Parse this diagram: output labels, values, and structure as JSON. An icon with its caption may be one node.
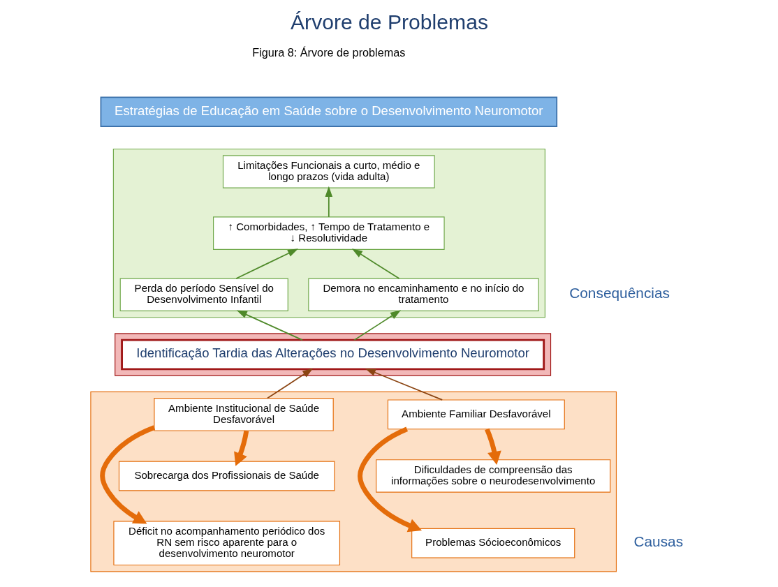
{
  "diagram": {
    "title": "Árvore de Problemas",
    "caption": "Figura 8: Árvore de problemas",
    "nodes": [
      {
        "text": [
          "Estratégias de Educação em Saúde sobre o Desenvolvimento Neuromotor"
        ]
      },
      {
        "text": [],
        "shape": "band"
      },
      {
        "text": [
          "Limitações Funcionais a curto, médio e longo prazos (vida adulta)"
        ],
        "in": 1
      },
      {
        "text": [
          "↑ Comorbidades, ↑ Tempo de Tratamento e ↓ Resolutividade"
        ],
        "in": 1
      },
      {
        "text": [
          "Demora no encaminhamento e no início do tratamento"
        ],
        "in": 1
      },
      {
        "text": [
          "Perda do período Sensível do Desenvolvimento Infantil"
        ],
        "in": 1
      },
      {
        "text": [],
        "shape": "band"
      },
      {
        "text": [
          "Identificação Tardia das Alterações no Desenvolvimento Neuromotor"
        ],
        "in": 6
      },
      {
        "text": [],
        "shape": "band"
      },
      {
        "text": [
          "Ambiente Familiar Desfavorável"
        ],
        "in": 8
      },
      {
        "text": [
          "Ambiente Institucional de Saúde Desfavorável"
        ],
        "in": 8
      },
      {
        "text": [
          "Dificuldades de compreensão das informações sobre o neurodesenvolvimento"
        ],
        "in": 8
      },
      {
        "text": [
          "Problemas Sócioeconômicos"
        ],
        "in": 8
      },
      {
        "text": [
          "Sobrecarga dos Profissionais de Saúde"
        ],
        "in": 8
      },
      {
        "text": [
          "Déficit no acompanhamento periódico dos RN sem risco aparente para o desenvolvimento neuromotor"
        ],
        "in": 8
      }
    ],
    "edges": [
      {
        "from": 3,
        "to": 2,
        "arrow": "to",
        "color": "#4f8a2a"
      },
      {
        "from": 4,
        "to": 3,
        "arrow": "to",
        "color": "#4f8a2a"
      },
      {
        "from": 5,
        "to": 3,
        "arrow": "to",
        "color": "#4f8a2a"
      },
      {
        "from": 7,
        "to": 4,
        "arrow": "to",
        "color": "#4f8a2a"
      },
      {
        "from": 7,
        "to": 5,
        "arrow": "to",
        "color": "#4f8a2a"
      },
      {
        "from": 9,
        "to": 7,
        "arrow": "to",
        "color": "#8b4513"
      },
      {
        "from": 10,
        "to": 7,
        "arrow": "to",
        "color": "#8b4513"
      },
      {
        "from": 9,
        "to": 11,
        "arrow": "to",
        "style": "thick",
        "color": "#e46c0a"
      },
      {
        "from": 9,
        "to": 12,
        "arrow": "to",
        "style": "thick",
        "color": "#e46c0a"
      },
      {
        "from": 10,
        "to": 13,
        "arrow": "to",
        "style": "thick",
        "color": "#e46c0a"
      },
      {
        "from": 10,
        "to": 14,
        "arrow": "to",
        "style": "thick",
        "color": "#e46c0a"
      }
    ],
    "labels": [
      "Consequências",
      "Causas"
    ]
  }
}
